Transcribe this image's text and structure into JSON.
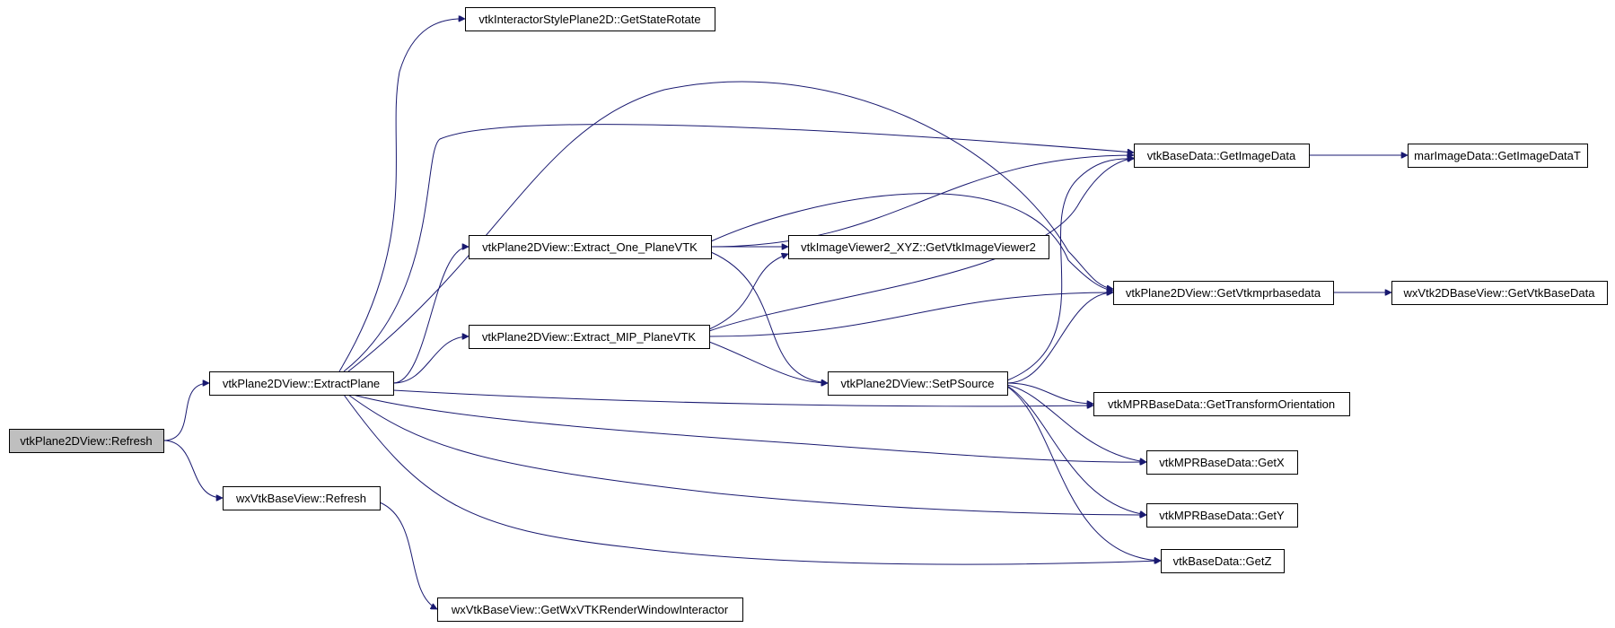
{
  "diagram": {
    "type": "call-graph",
    "colors": {
      "edge": "#191970",
      "root_fill": "#bfbfbf",
      "node_fill": "#ffffff",
      "border": "#000000"
    },
    "nodes": [
      {
        "id": "refresh",
        "label": "vtkPlane2DView::Refresh",
        "root": true
      },
      {
        "id": "extractplane",
        "label": "vtkPlane2DView::ExtractPlane"
      },
      {
        "id": "wxrefresh",
        "label": "wxVtkBaseView::Refresh"
      },
      {
        "id": "getstaterotate",
        "label": "vtkInteractorStylePlane2D::GetStateRotate"
      },
      {
        "id": "extractone",
        "label": "vtkPlane2DView::Extract_One_PlaneVTK"
      },
      {
        "id": "extractmip",
        "label": "vtkPlane2DView::Extract_MIP_PlaneVTK"
      },
      {
        "id": "getimageviewer2",
        "label": "vtkImageViewer2_XYZ::GetVtkImageViewer2"
      },
      {
        "id": "setpsource",
        "label": "vtkPlane2DView::SetPSource"
      },
      {
        "id": "getimagedata",
        "label": "vtkBaseData::GetImageData"
      },
      {
        "id": "marimagedata",
        "label": "marImageData::GetImageDataT"
      },
      {
        "id": "getvtkmprbasedata",
        "label": "vtkPlane2DView::GetVtkmprbasedata"
      },
      {
        "id": "getvtkbasedata",
        "label": "wxVtk2DBaseView::GetVtkBaseData"
      },
      {
        "id": "gettransform",
        "label": "vtkMPRBaseData::GetTransformOrientation"
      },
      {
        "id": "getx",
        "label": "vtkMPRBaseData::GetX"
      },
      {
        "id": "gety",
        "label": "vtkMPRBaseData::GetY"
      },
      {
        "id": "getz",
        "label": "vtkBaseData::GetZ"
      },
      {
        "id": "getwxvtkrwi",
        "label": "wxVtkBaseView::GetWxVTKRenderWindowInteractor"
      }
    ],
    "edges": [
      {
        "from": "refresh",
        "to": "extractplane"
      },
      {
        "from": "refresh",
        "to": "wxrefresh"
      },
      {
        "from": "extractplane",
        "to": "getstaterotate"
      },
      {
        "from": "extractplane",
        "to": "getimagedata"
      },
      {
        "from": "extractplane",
        "to": "extractone"
      },
      {
        "from": "extractplane",
        "to": "extractmip"
      },
      {
        "from": "extractplane",
        "to": "getvtkmprbasedata"
      },
      {
        "from": "extractplane",
        "to": "gettransform"
      },
      {
        "from": "extractplane",
        "to": "getx"
      },
      {
        "from": "extractplane",
        "to": "gety"
      },
      {
        "from": "extractplane",
        "to": "getz"
      },
      {
        "from": "extractone",
        "to": "getimagedata"
      },
      {
        "from": "extractone",
        "to": "getimageviewer2"
      },
      {
        "from": "extractone",
        "to": "getvtkmprbasedata"
      },
      {
        "from": "extractone",
        "to": "setpsource"
      },
      {
        "from": "extractmip",
        "to": "getimageviewer2"
      },
      {
        "from": "extractmip",
        "to": "getimagedata"
      },
      {
        "from": "extractmip",
        "to": "getvtkmprbasedata"
      },
      {
        "from": "extractmip",
        "to": "setpsource"
      },
      {
        "from": "setpsource",
        "to": "getimagedata"
      },
      {
        "from": "setpsource",
        "to": "getvtkmprbasedata"
      },
      {
        "from": "setpsource",
        "to": "gettransform"
      },
      {
        "from": "setpsource",
        "to": "getx"
      },
      {
        "from": "setpsource",
        "to": "gety"
      },
      {
        "from": "setpsource",
        "to": "getz"
      },
      {
        "from": "getimagedata",
        "to": "marimagedata"
      },
      {
        "from": "getvtkmprbasedata",
        "to": "getvtkbasedata"
      },
      {
        "from": "wxrefresh",
        "to": "getwxvtkrwi"
      }
    ]
  }
}
